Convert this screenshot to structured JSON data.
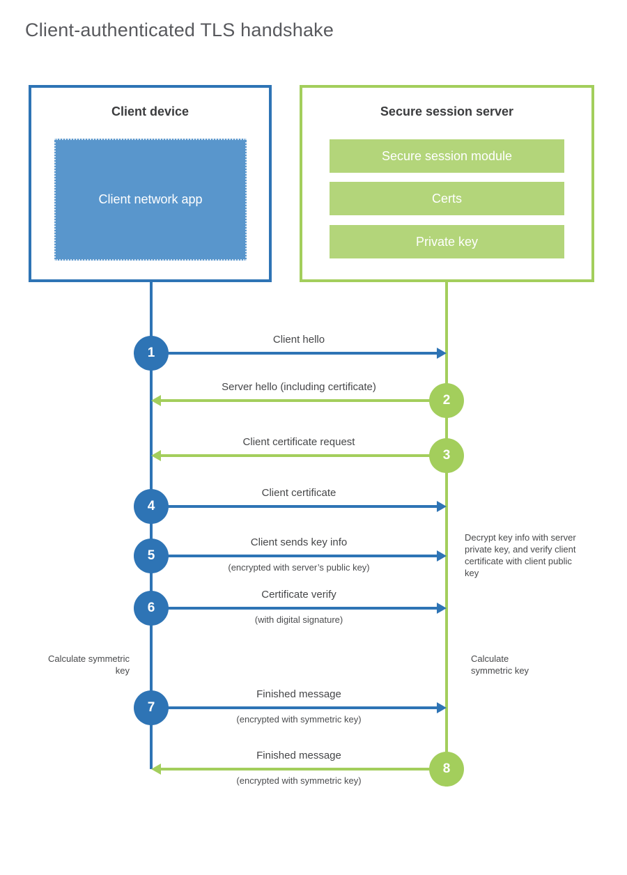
{
  "title": "Client-authenticated TLS handshake",
  "client_box": {
    "title": "Client device",
    "app_label": "Client network app"
  },
  "server_box": {
    "title": "Secure session server",
    "modules": [
      "Secure session module",
      "Certs",
      "Private key"
    ]
  },
  "steps": [
    {
      "num": "1",
      "label": "Client hello",
      "sublabel": "",
      "direction": "right",
      "from": "client"
    },
    {
      "num": "2",
      "label": "Server hello (including certificate)",
      "sublabel": "",
      "direction": "left",
      "from": "server"
    },
    {
      "num": "3",
      "label": "Client certificate request",
      "sublabel": "",
      "direction": "left",
      "from": "server"
    },
    {
      "num": "4",
      "label": "Client certificate",
      "sublabel": "",
      "direction": "right",
      "from": "client"
    },
    {
      "num": "5",
      "label": "Client sends key info",
      "sublabel": "(encrypted with server’s public key)",
      "direction": "right",
      "from": "client"
    },
    {
      "num": "6",
      "label": "Certificate verify",
      "sublabel": "(with digital signature)",
      "direction": "right",
      "from": "client"
    },
    {
      "num": "7",
      "label": "Finished message",
      "sublabel": "(encrypted with symmetric key)",
      "direction": "right",
      "from": "client"
    },
    {
      "num": "8",
      "label": "Finished message",
      "sublabel": "(encrypted with symmetric key)",
      "direction": "left",
      "from": "server"
    }
  ],
  "notes": {
    "decrypt": "Decrypt key info with server private key, and verify client certificate with client public key",
    "calc_left": "Calculate symmetric key",
    "calc_right": "Calculate symmetric key"
  },
  "colors": {
    "blue": "#2e74b5",
    "blue_fill": "#5996cc",
    "green": "#a3ce5c",
    "green_fill": "#b3d57a"
  }
}
